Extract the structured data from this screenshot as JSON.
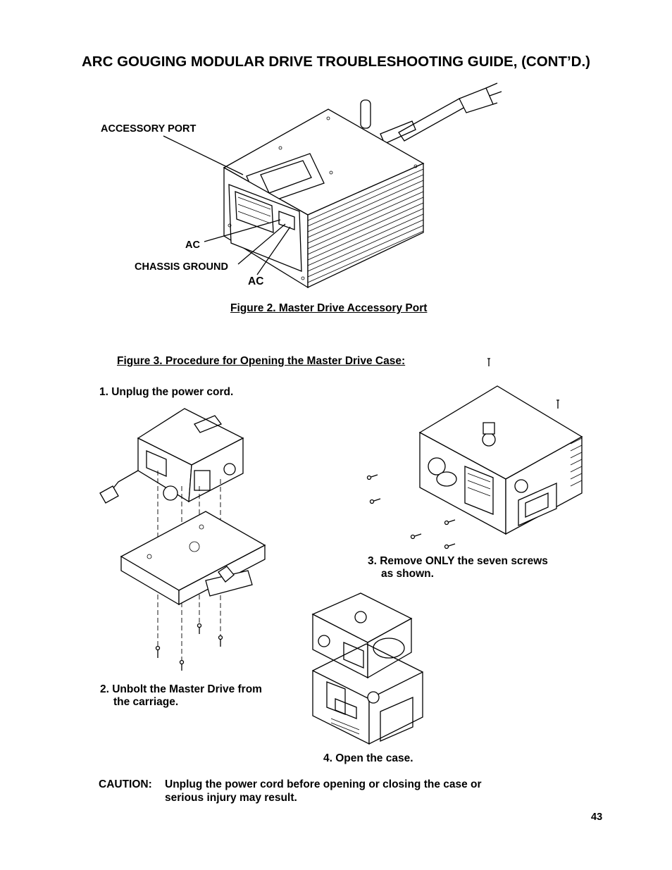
{
  "title": "ARC GOUGING MODULAR DRIVE TROUBLESHOOTING GUIDE, (CONT’D.)",
  "figure2": {
    "caption": "Figure 2. Master Drive Accessory Port",
    "labels": {
      "accessory_port": "ACCESSORY PORT",
      "ac_1": "AC",
      "chassis_ground": "CHASSIS GROUND",
      "ac_2": "AC"
    }
  },
  "figure3": {
    "caption": "Figure 3. Procedure for Opening the Master Drive Case:",
    "step1": "1. Unplug the power cord.",
    "step2_line1": "2. Unbolt the Master Drive from",
    "step2_line2": "the carriage.",
    "step3_line1": "3. Remove ONLY the seven screws",
    "step3_line2": "as shown.",
    "step4": "4. Open the case."
  },
  "caution": {
    "label": "CAUTION:",
    "line1": "Unplug the power cord before opening or closing the case or",
    "line2": "serious injury may result."
  },
  "page_number": "43"
}
